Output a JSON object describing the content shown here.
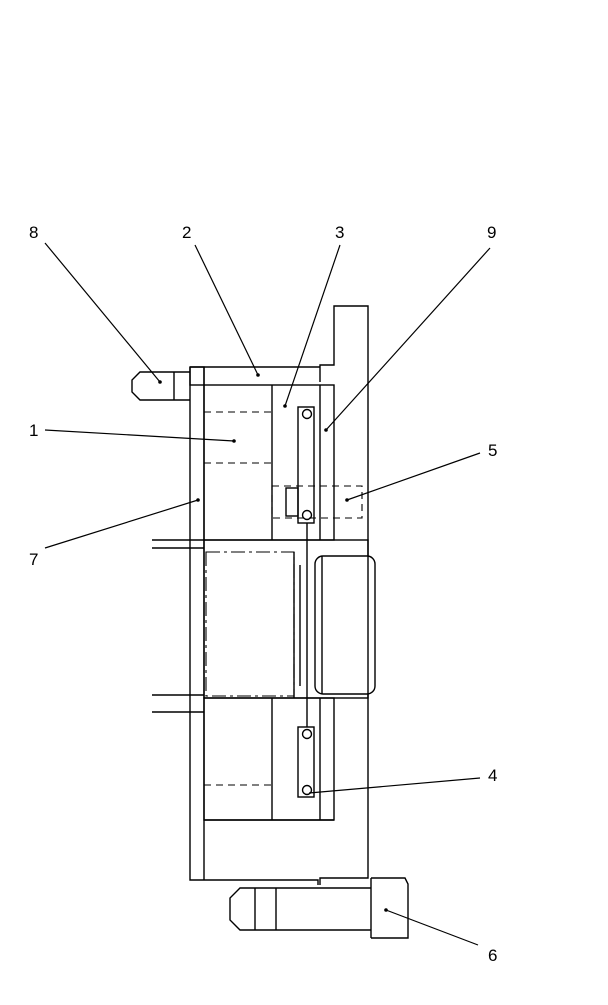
{
  "diagram": {
    "callouts": [
      {
        "id": "c8",
        "label": "8"
      },
      {
        "id": "c2",
        "label": "2"
      },
      {
        "id": "c3",
        "label": "3"
      },
      {
        "id": "c9",
        "label": "9"
      },
      {
        "id": "c1",
        "label": "1"
      },
      {
        "id": "c5",
        "label": "5"
      },
      {
        "id": "c7",
        "label": "7"
      },
      {
        "id": "c4",
        "label": "4"
      },
      {
        "id": "c6",
        "label": "6"
      }
    ]
  }
}
